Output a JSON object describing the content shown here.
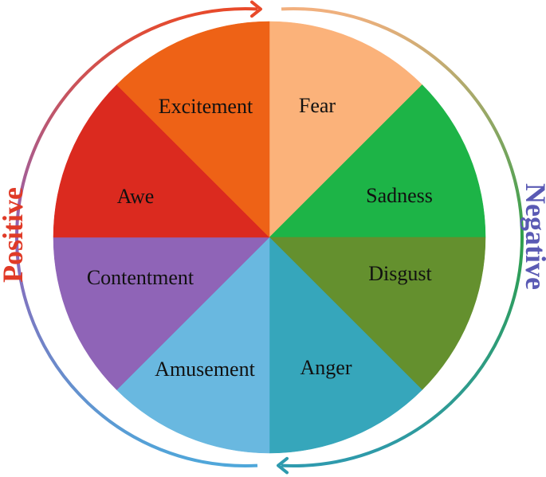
{
  "wheel": {
    "segments": [
      {
        "label": "Fear",
        "color": "#FBB27A"
      },
      {
        "label": "Sadness",
        "color": "#1DB447"
      },
      {
        "label": "Disgust",
        "color": "#64902E"
      },
      {
        "label": "Anger",
        "color": "#36A6BB"
      },
      {
        "label": "Amusement",
        "color": "#69B8E0"
      },
      {
        "label": "Contentment",
        "color": "#8F64B7"
      },
      {
        "label": "Awe",
        "color": "#DB2A1F"
      },
      {
        "label": "Excitement",
        "color": "#EE6216"
      }
    ]
  },
  "sides": {
    "positive": {
      "label": "Positive",
      "color": "#E03A27"
    },
    "negative": {
      "label": "Negative",
      "color": "#5A5AB4"
    }
  },
  "arcs": {
    "right_gradient": [
      "#F2B07E",
      "#2E9E4A",
      "#2E9AAE"
    ],
    "left_gradient": [
      "#E84A2A",
      "#8F64B7",
      "#4FA7DA"
    ]
  }
}
